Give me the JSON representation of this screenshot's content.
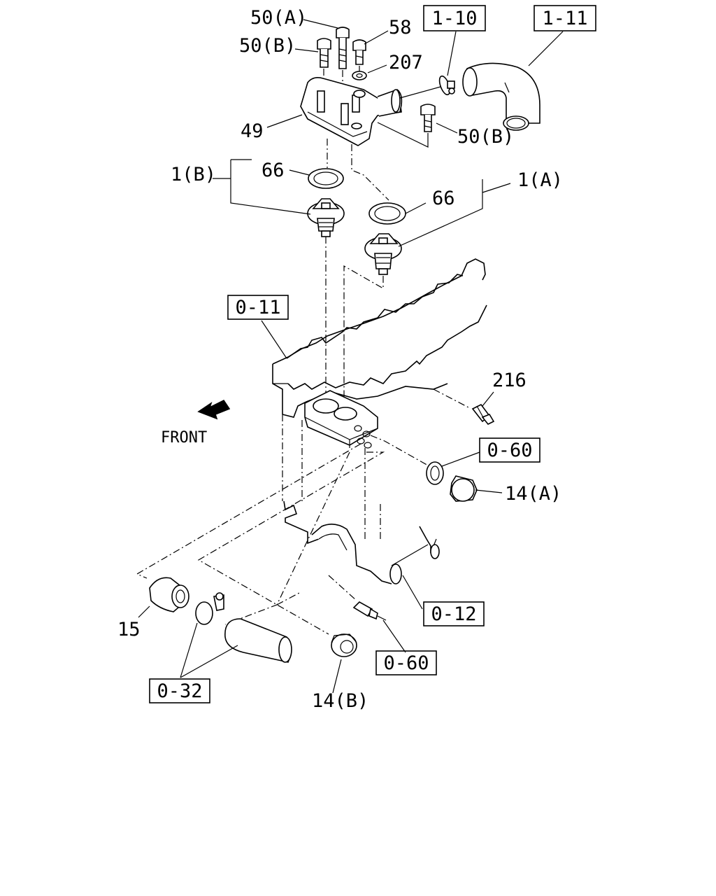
{
  "labels": {
    "l50a": "50(A)",
    "l58": "58",
    "l50b_top": "50(B)",
    "l207": "207",
    "l49": "49",
    "l50b_right": "50(B)",
    "l66_left": "66",
    "l1b": "1(B)",
    "l66_right": "66",
    "l1a": "1(A)",
    "l216": "216",
    "lfront": "FRONT",
    "l14a": "14(A)",
    "l15": "15",
    "l14b": "14(B)"
  },
  "ref_boxes": {
    "r1_10": "1-10",
    "r1_11": "1-11",
    "r0_11": "0-11",
    "r0_60_top": "0-60",
    "r0_12": "0-12",
    "r0_60_bottom": "0-60",
    "r0_32": "0-32"
  }
}
